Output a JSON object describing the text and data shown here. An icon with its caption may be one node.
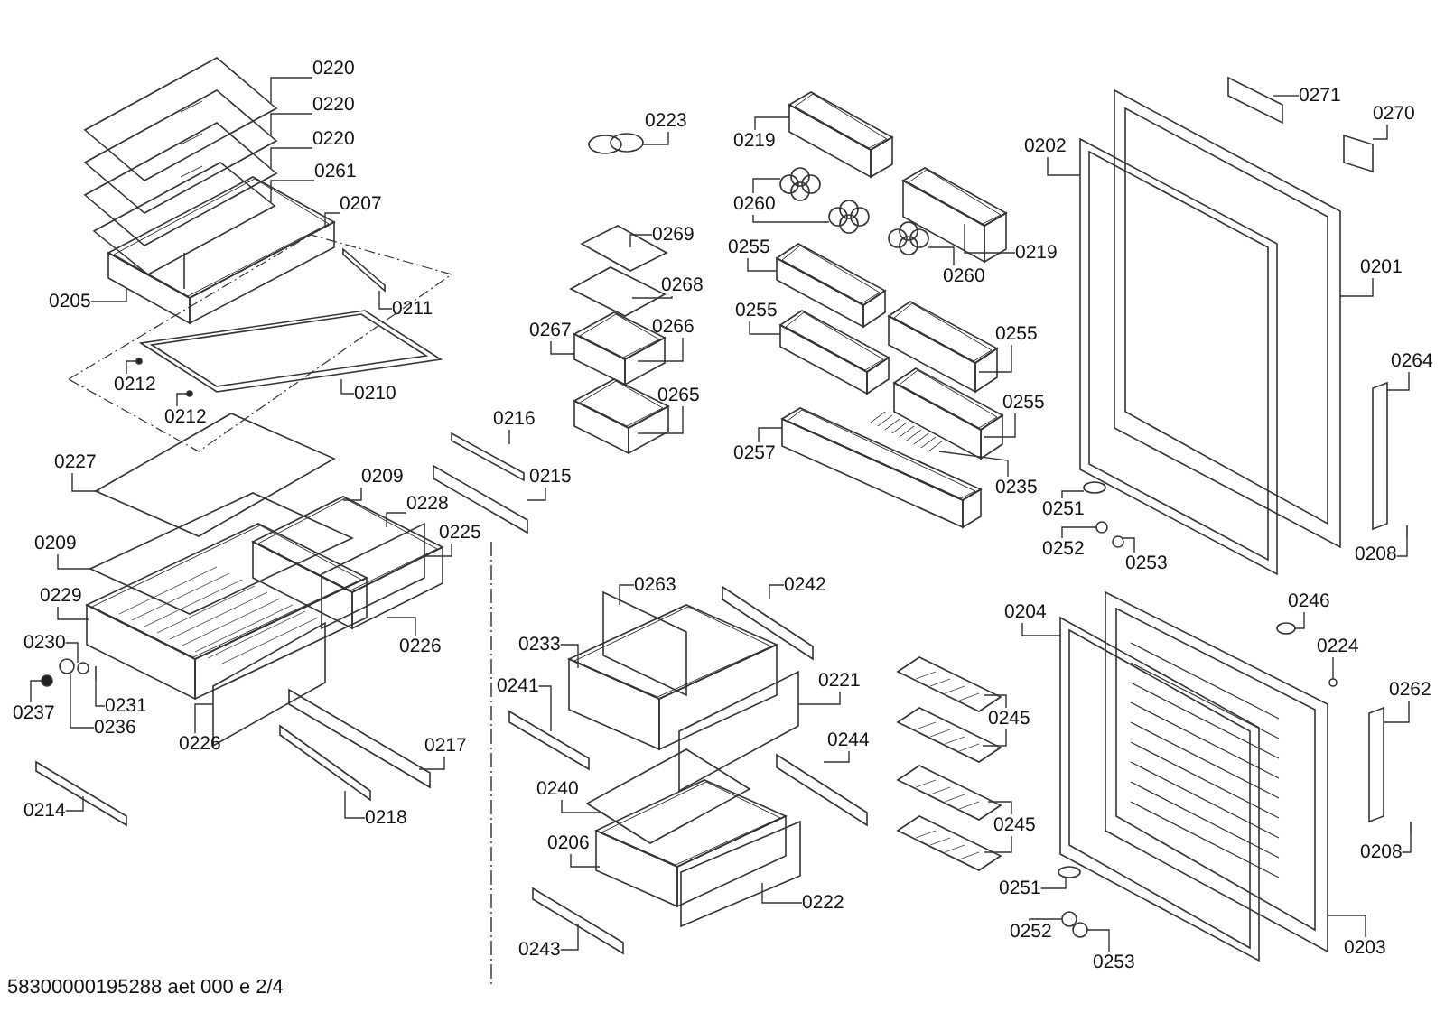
{
  "diagram": {
    "nodes": [
      {
        "text": [
          "0220"
        ]
      },
      {
        "text": [
          "0220"
        ]
      },
      {
        "text": [
          "0220"
        ]
      },
      {
        "text": [
          "0261"
        ]
      },
      {
        "text": [
          "0207"
        ]
      },
      {
        "text": [
          "0205"
        ]
      },
      {
        "text": [
          "0211"
        ]
      },
      {
        "text": [
          "0212"
        ]
      },
      {
        "text": [
          "0210"
        ]
      },
      {
        "text": [
          "0212"
        ]
      },
      {
        "text": [
          "0227"
        ]
      },
      {
        "text": [
          "0209"
        ]
      },
      {
        "text": [
          "0228"
        ]
      },
      {
        "text": [
          "0225"
        ]
      },
      {
        "text": [
          "0209"
        ]
      },
      {
        "text": [
          "0229"
        ]
      },
      {
        "text": [
          "0230"
        ]
      },
      {
        "text": [
          "0231"
        ]
      },
      {
        "text": [
          "0237"
        ]
      },
      {
        "text": [
          "0236"
        ]
      },
      {
        "text": [
          "0226"
        ]
      },
      {
        "text": [
          "0226"
        ]
      },
      {
        "text": [
          "0217"
        ]
      },
      {
        "text": [
          "0218"
        ]
      },
      {
        "text": [
          "0214"
        ]
      },
      {
        "text": [
          "0216"
        ]
      },
      {
        "text": [
          "0215"
        ]
      },
      {
        "text": [
          "0223"
        ]
      },
      {
        "text": [
          "0269"
        ]
      },
      {
        "text": [
          "0268"
        ]
      },
      {
        "text": [
          "0267"
        ]
      },
      {
        "text": [
          "0266"
        ]
      },
      {
        "text": [
          "0265"
        ]
      },
      {
        "text": [
          "0219"
        ]
      },
      {
        "text": [
          "0260"
        ]
      },
      {
        "text": [
          "0260"
        ]
      },
      {
        "text": [
          "0219"
        ]
      },
      {
        "text": [
          "0255"
        ]
      },
      {
        "text": [
          "0255"
        ]
      },
      {
        "text": [
          "0255"
        ]
      },
      {
        "text": [
          "0255"
        ]
      },
      {
        "text": [
          "0257"
        ]
      },
      {
        "text": [
          "0235"
        ]
      },
      {
        "text": [
          "0263"
        ]
      },
      {
        "text": [
          "0242"
        ]
      },
      {
        "text": [
          "0233"
        ]
      },
      {
        "text": [
          "0241"
        ]
      },
      {
        "text": [
          "0221"
        ]
      },
      {
        "text": [
          "0244"
        ]
      },
      {
        "text": [
          "0240"
        ]
      },
      {
        "text": [
          "0206"
        ]
      },
      {
        "text": [
          "0222"
        ]
      },
      {
        "text": [
          "0243"
        ]
      },
      {
        "text": [
          "0245"
        ]
      },
      {
        "text": [
          "0245"
        ]
      },
      {
        "text": [
          "0204"
        ]
      },
      {
        "text": [
          "0251"
        ]
      },
      {
        "text": [
          "0252"
        ]
      },
      {
        "text": [
          "0253"
        ]
      },
      {
        "text": [
          "0271"
        ]
      },
      {
        "text": [
          "0270"
        ]
      },
      {
        "text": [
          "0202"
        ]
      },
      {
        "text": [
          "0201"
        ]
      },
      {
        "text": [
          "0264"
        ]
      },
      {
        "text": [
          "0251"
        ]
      },
      {
        "text": [
          "0252"
        ]
      },
      {
        "text": [
          "0253"
        ]
      },
      {
        "text": [
          "0208"
        ]
      },
      {
        "text": [
          "0246"
        ]
      },
      {
        "text": [
          "0224"
        ]
      },
      {
        "text": [
          "0262"
        ]
      },
      {
        "text": [
          "0208"
        ]
      },
      {
        "text": [
          "0203"
        ]
      },
      {
        "text": [],
        "shape": "box"
      },
      {
        "text": [],
        "shape": "circle"
      },
      {
        "text": [],
        "shape": "circle"
      },
      {
        "text": [],
        "shape": "ellipse"
      },
      {
        "text": [],
        "shape": "circle"
      },
      {
        "text": [],
        "shape": "circle"
      },
      {
        "text": [],
        "shape": "ellipse"
      },
      {
        "text": [],
        "shape": "circle"
      },
      {
        "text": [],
        "shape": "circle"
      },
      {
        "text": [],
        "shape": "circle"
      },
      {
        "text": [],
        "shape": "circle"
      },
      {
        "text": [],
        "shape": "ellipse"
      },
      {
        "text": [],
        "shape": "circle"
      },
      {
        "text": [],
        "shape": "circle"
      },
      {
        "text": [],
        "shape": "picture"
      },
      {
        "text": [],
        "shape": "picture"
      },
      {
        "text": [],
        "shape": "picture"
      },
      {
        "text": [],
        "shape": "box"
      },
      {
        "text": [],
        "shape": "picture"
      },
      {
        "text": [],
        "shape": "box"
      },
      {
        "text": [],
        "shape": "picture"
      },
      {
        "text": [],
        "shape": "box"
      },
      {
        "text": [],
        "shape": "picture"
      },
      {
        "text": [],
        "shape": "picture"
      },
      {
        "text": [],
        "shape": "box"
      },
      {
        "text": [],
        "shape": "box"
      },
      {
        "text": [],
        "shape": "box"
      },
      {
        "text": [],
        "shape": "bar"
      },
      {
        "text": [],
        "shape": "box"
      },
      {
        "text": [],
        "shape": "box"
      },
      {
        "text": [],
        "shape": "box"
      },
      {
        "text": [],
        "shape": "box"
      },
      {
        "text": [],
        "shape": "box"
      },
      {
        "text": [],
        "shape": "ellipse"
      },
      {
        "text": [],
        "shape": "box"
      },
      {
        "text": [],
        "shape": "diamond"
      },
      {
        "text": [],
        "shape": "picture"
      },
      {
        "text": [],
        "shape": "picture"
      },
      {
        "text": [],
        "shape": "picture"
      },
      {
        "text": [],
        "shape": "picture"
      },
      {
        "text": [],
        "shape": "picture"
      },
      {
        "text": [],
        "shape": "picture"
      },
      {
        "text": [],
        "shape": "picture"
      },
      {
        "text": [],
        "shape": "picture"
      },
      {
        "text": [],
        "shape": "picture"
      },
      {
        "text": [],
        "shape": "picture"
      },
      {
        "text": [],
        "shape": "picture"
      },
      {
        "text": [],
        "shape": "picture"
      },
      {
        "text": [],
        "shape": "picture"
      },
      {
        "text": [],
        "shape": "box"
      },
      {
        "text": [],
        "shape": "box"
      },
      {
        "text": [],
        "shape": "picture"
      },
      {
        "text": [],
        "shape": "box"
      },
      {
        "text": [],
        "shape": "box"
      },
      {
        "text": [],
        "shape": "box"
      },
      {
        "text": [],
        "shape": "box"
      },
      {
        "text": [],
        "shape": "picture"
      },
      {
        "text": [],
        "shape": "box"
      },
      {
        "text": [],
        "shape": "box"
      },
      {
        "text": [],
        "shape": "picture"
      },
      {
        "text": [],
        "shape": "picture"
      },
      {
        "text": [],
        "shape": "picture"
      },
      {
        "text": [],
        "shape": "picture"
      },
      {
        "text": [],
        "shape": "picture"
      },
      {
        "text": [],
        "shape": "box"
      },
      {
        "text": [],
        "shape": "picture"
      },
      {
        "text": [],
        "shape": "picture"
      },
      {
        "text": [],
        "shape": "box"
      },
      {
        "text": [],
        "shape": "bar"
      },
      {
        "text": [],
        "shape": "box"
      },
      {
        "text": [],
        "shape": "bar"
      },
      {
        "text": [],
        "shape": "picture"
      }
    ],
    "edges": [
      {
        "from": 0,
        "to": 87,
        "arrow": "none"
      },
      {
        "from": 1,
        "to": 88,
        "arrow": "none"
      },
      {
        "from": 2,
        "to": 89,
        "arrow": "none"
      },
      {
        "from": 3,
        "to": 90,
        "arrow": "none"
      },
      {
        "from": 4,
        "to": 91,
        "arrow": "none"
      },
      {
        "from": 5,
        "to": 91,
        "arrow": "none"
      },
      {
        "from": 6,
        "to": 92,
        "arrow": "none"
      },
      {
        "from": 7,
        "to": 74,
        "arrow": "none"
      },
      {
        "from": 8,
        "to": 93,
        "arrow": "none"
      },
      {
        "from": 9,
        "to": 75,
        "arrow": "none"
      },
      {
        "from": 10,
        "to": 94,
        "arrow": "none"
      },
      {
        "from": 11,
        "to": 97,
        "arrow": "none"
      },
      {
        "from": 12,
        "to": 95,
        "arrow": "none"
      },
      {
        "from": 13,
        "to": 95,
        "arrow": "none"
      },
      {
        "from": 14,
        "to": 97,
        "arrow": "none"
      },
      {
        "from": 15,
        "to": 96,
        "arrow": "none"
      },
      {
        "from": 16,
        "to": 81,
        "arrow": "none"
      },
      {
        "from": 17,
        "to": 100,
        "arrow": "none"
      },
      {
        "from": 18,
        "to": 82,
        "arrow": "none"
      },
      {
        "from": 19,
        "to": 80,
        "arrow": "none"
      },
      {
        "from": 20,
        "to": 99,
        "arrow": "none"
      },
      {
        "from": 21,
        "to": 98,
        "arrow": "none"
      },
      {
        "from": 22,
        "to": 102,
        "arrow": "none"
      },
      {
        "from": 23,
        "to": 103,
        "arrow": "none"
      },
      {
        "from": 24,
        "to": 101,
        "arrow": "none"
      },
      {
        "from": 25,
        "to": 105,
        "arrow": "none"
      },
      {
        "from": 26,
        "to": 104,
        "arrow": "none"
      },
      {
        "from": 27,
        "to": 106,
        "arrow": "none"
      },
      {
        "from": 28,
        "to": 107,
        "arrow": "none"
      },
      {
        "from": 29,
        "to": 108,
        "arrow": "none"
      },
      {
        "from": 30,
        "to": 109,
        "arrow": "none"
      },
      {
        "from": 31,
        "to": 109,
        "arrow": "none"
      },
      {
        "from": 32,
        "to": 110,
        "arrow": "none"
      },
      {
        "from": 33,
        "to": 111,
        "arrow": "none"
      },
      {
        "from": 34,
        "to": 112,
        "arrow": "none"
      },
      {
        "from": 34,
        "to": 113,
        "arrow": "none"
      },
      {
        "from": 35,
        "to": 114,
        "arrow": "none"
      },
      {
        "from": 36,
        "to": 115,
        "arrow": "none"
      },
      {
        "from": 37,
        "to": 116,
        "arrow": "none"
      },
      {
        "from": 38,
        "to": 117,
        "arrow": "none"
      },
      {
        "from": 39,
        "to": 118,
        "arrow": "none"
      },
      {
        "from": 40,
        "to": 119,
        "arrow": "none"
      },
      {
        "from": 41,
        "to": 120,
        "arrow": "none"
      },
      {
        "from": 42,
        "to": 121,
        "arrow": "none"
      },
      {
        "from": 43,
        "to": 122,
        "arrow": "none"
      },
      {
        "from": 44,
        "to": 123,
        "arrow": "none"
      },
      {
        "from": 45,
        "to": 124,
        "arrow": "none"
      },
      {
        "from": 46,
        "to": 125,
        "arrow": "none"
      },
      {
        "from": 47,
        "to": 126,
        "arrow": "none"
      },
      {
        "from": 48,
        "to": 127,
        "arrow": "none"
      },
      {
        "from": 49,
        "to": 128,
        "arrow": "none"
      },
      {
        "from": 50,
        "to": 129,
        "arrow": "none"
      },
      {
        "from": 51,
        "to": 130,
        "arrow": "none"
      },
      {
        "from": 52,
        "to": 131,
        "arrow": "none"
      },
      {
        "from": 53,
        "to": 132,
        "arrow": "none"
      },
      {
        "from": 53,
        "to": 133,
        "arrow": "none"
      },
      {
        "from": 54,
        "to": 134,
        "arrow": "none"
      },
      {
        "from": 54,
        "to": 135,
        "arrow": "none"
      },
      {
        "from": 55,
        "to": 136,
        "arrow": "none"
      },
      {
        "from": 56,
        "to": 84,
        "arrow": "none"
      },
      {
        "from": 57,
        "to": 85,
        "arrow": "none"
      },
      {
        "from": 58,
        "to": 86,
        "arrow": "none"
      },
      {
        "from": 59,
        "to": 137,
        "arrow": "none"
      },
      {
        "from": 60,
        "to": 73,
        "arrow": "none"
      },
      {
        "from": 61,
        "to": 138,
        "arrow": "none"
      },
      {
        "from": 62,
        "to": 139,
        "arrow": "none"
      },
      {
        "from": 63,
        "to": 140,
        "arrow": "none"
      },
      {
        "from": 64,
        "to": 76,
        "arrow": "none"
      },
      {
        "from": 65,
        "to": 77,
        "arrow": "none"
      },
      {
        "from": 66,
        "to": 78,
        "arrow": "none"
      },
      {
        "from": 67,
        "to": 141,
        "arrow": "none"
      },
      {
        "from": 68,
        "to": 79,
        "arrow": "none"
      },
      {
        "from": 69,
        "to": 83,
        "arrow": "none"
      },
      {
        "from": 70,
        "to": 142,
        "arrow": "none"
      },
      {
        "from": 71,
        "to": 143,
        "arrow": "none"
      },
      {
        "from": 72,
        "to": 144,
        "arrow": "none"
      }
    ],
    "labels": [
      "58300000195288 aet 000 e 2/4"
    ]
  }
}
